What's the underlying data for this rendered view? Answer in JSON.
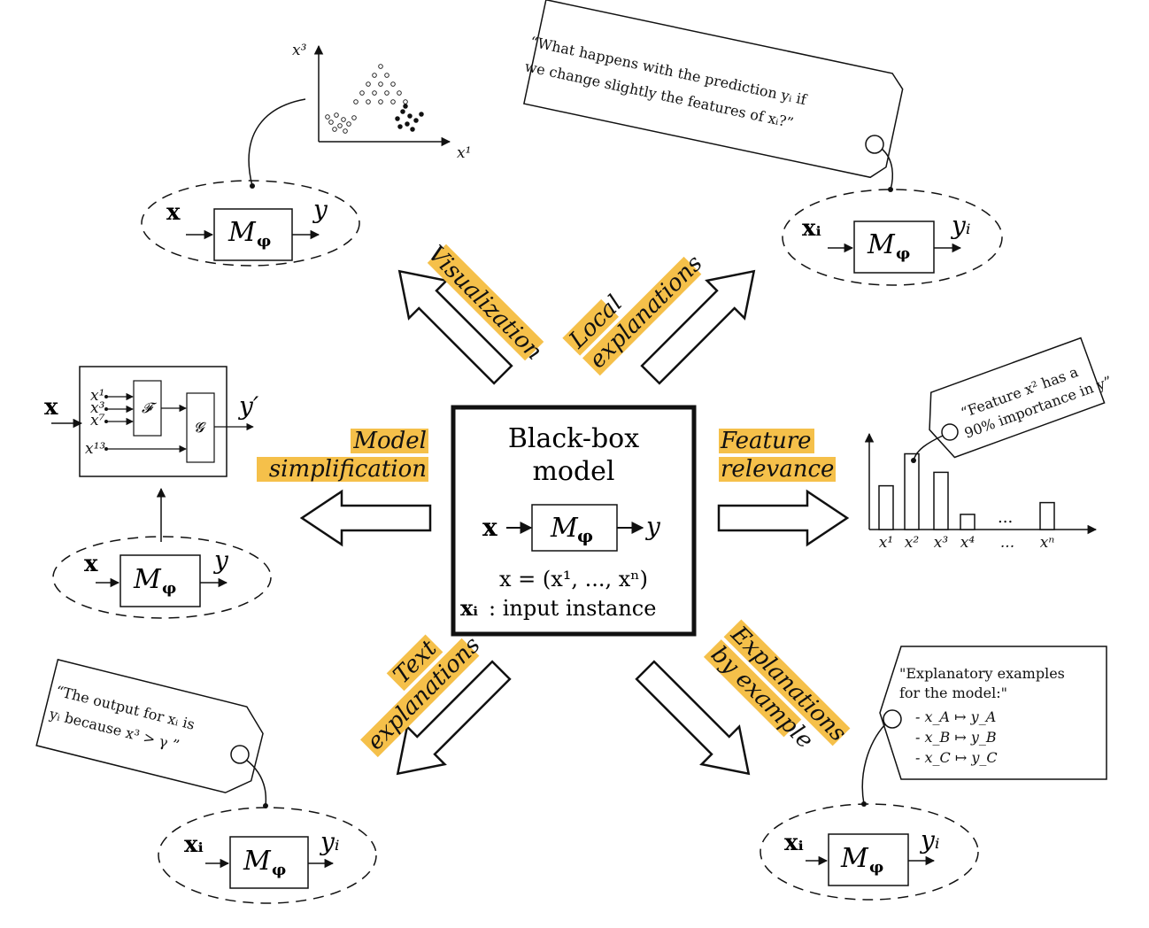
{
  "center": {
    "title_line1": "Black-box",
    "title_line2": "model",
    "input": "x",
    "model": "M",
    "model_sub": "φ",
    "output": "y",
    "definition": "x = (x¹, ..., xⁿ)",
    "instance_symbol": "xᵢ",
    "instance_text": ": input instance"
  },
  "categories": {
    "visualization": "Visualization",
    "local_1": "Local",
    "local_2": "explanations",
    "model_simp_1": "Model",
    "model_simp_2": "simplification",
    "feature_1": "Feature",
    "feature_2": "relevance",
    "text_1": "Text",
    "text_2": "explanations",
    "example_1": "Explanations",
    "example_2": "by example"
  },
  "visualization_panel": {
    "x_axis": "x¹",
    "y_axis": "x³",
    "model_input": "x",
    "model_output": "y"
  },
  "local_panel": {
    "note_line1": "“What happens with the prediction yᵢ if",
    "note_line2": "we change slightly the features of xᵢ?”",
    "model_input": "xᵢ",
    "model_output": "yᵢ"
  },
  "simplification_panel": {
    "input": "x",
    "features": [
      "x¹",
      "x³",
      "x⁷",
      "x¹³"
    ],
    "block_f": "𝓕",
    "block_g": "𝓖",
    "output": "y′",
    "model_input": "x",
    "model_output": "y"
  },
  "feature_panel": {
    "note_line1": "“Feature x² has a",
    "note_line2": "90% importance in y”",
    "bar_labels": [
      "x¹",
      "x²",
      "x³",
      "x⁴",
      "...",
      "xⁿ"
    ],
    "ellipsis": "..."
  },
  "text_panel": {
    "note_line1": "“The output for xᵢ is",
    "note_line2": "yᵢ because x³ > γ ”",
    "model_input": "xᵢ",
    "model_output": "yᵢ"
  },
  "example_panel": {
    "note_line1": "\"Explanatory examples",
    "note_line2": "for the model:\"",
    "items": [
      "- x_A ↦ y_A",
      "- x_B ↦ y_B",
      "- x_C ↦ y_C"
    ],
    "model_input": "xᵢ",
    "model_output": "yᵢ"
  },
  "colors": {
    "highlight": "#f5c04a",
    "ink": "#111111"
  },
  "chart_data": {
    "type": "bar",
    "categories": [
      "x¹",
      "x²",
      "x³",
      "x⁴",
      "...",
      "xⁿ"
    ],
    "values": [
      0.52,
      0.9,
      0.68,
      0.18,
      null,
      0.32
    ],
    "xlabel": "",
    "ylabel": ""
  }
}
